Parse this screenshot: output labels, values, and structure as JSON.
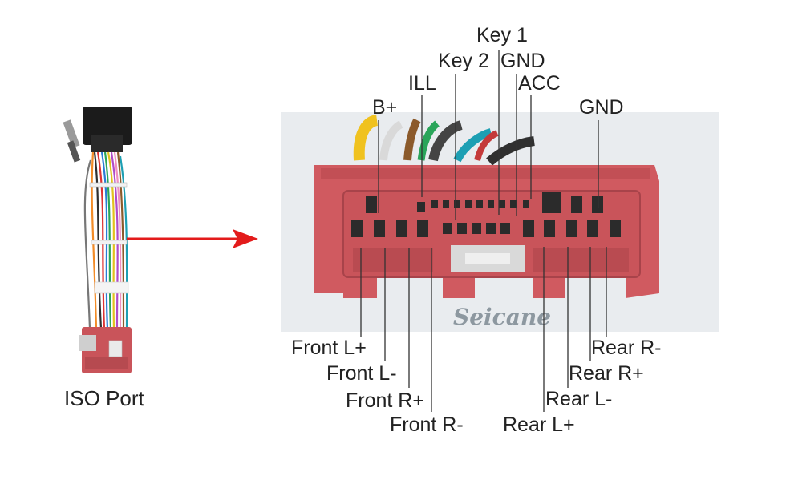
{
  "port_label": "ISO Port",
  "watermark": "Seicane",
  "pin_labels": {
    "key1": "Key 1",
    "key2": "Key 2",
    "gnd_top": "GND",
    "ill": "ILL",
    "acc": "ACC",
    "b_plus": "B+",
    "gnd_right": "GND",
    "front_l_plus": "Front L+",
    "front_l_minus": "Front L-",
    "front_r_plus": "Front R+",
    "front_r_minus": "Front R-",
    "rear_r_minus": "Rear R-",
    "rear_r_plus": "Rear R+",
    "rear_l_minus": "Rear L-",
    "rear_l_plus": "Rear L+"
  },
  "colors": {
    "connector_red": "#d05a60",
    "arrow_red": "#e31b1b",
    "leader_line": "#333333"
  }
}
